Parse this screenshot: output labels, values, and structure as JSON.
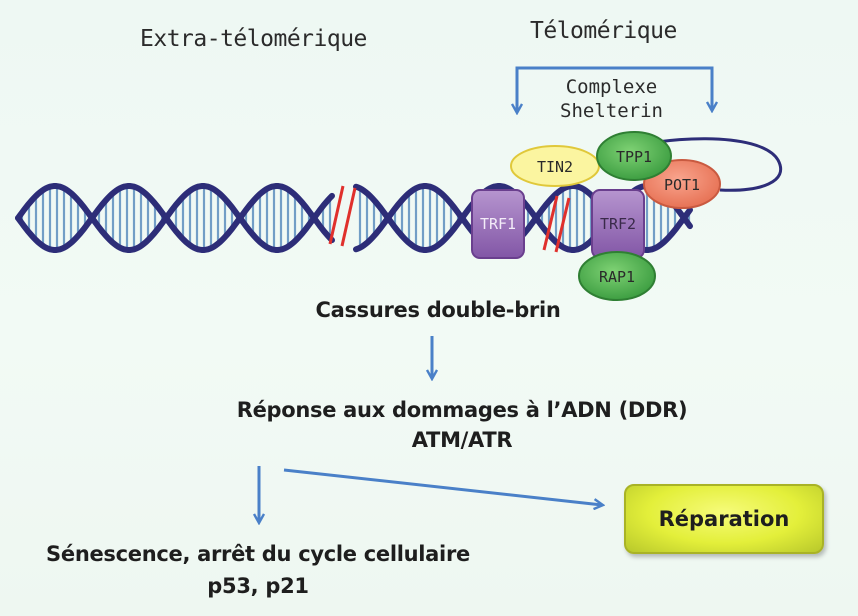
{
  "labels": {
    "extra_telomeric": "Extra-télomérique",
    "telomeric": "Télomérique",
    "shelterin_line1": "Complexe",
    "shelterin_line2": "Shelterin",
    "dsb": "Cassures double-brin",
    "ddr_line1": "Réponse aux dommages à l’ADN (DDR)",
    "ddr_line2": "ATM/ATR",
    "repair": "Réparation",
    "senescence_line1": "Sénescence, arrêt du cycle cellulaire",
    "senescence_line2": "p53, p21"
  },
  "proteins": {
    "trf1": "TRF1",
    "trf2": "TRF2",
    "tin2": "TIN2",
    "tpp1": "TPP1",
    "pot1": "POT1",
    "rap1": "RAP1"
  },
  "colors": {
    "dna_strand": "#2d2d78",
    "dna_rung": "#5d8fbf",
    "arrow": "#4a80c8",
    "break_mark": "#e0302c",
    "trf_fill": "#9a6fb8",
    "green_protein": "#4cb04a",
    "tin2_fill": "#fbf5a0",
    "pot1_fill": "#f3866a",
    "repair_fill": "#e3ef3a"
  }
}
